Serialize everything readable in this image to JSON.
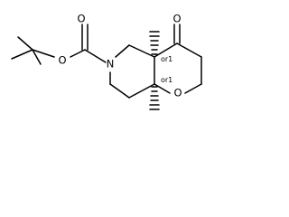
{
  "molecule": {
    "atoms": {
      "carbonyl_oxygen_top": "O",
      "ester_oxygen": "O",
      "ring_nitrogen": "N",
      "ring_oxygen": "O",
      "ketone_oxygen": "O"
    },
    "stereo": {
      "upper_junction": "or1",
      "lower_junction": "or1"
    }
  }
}
